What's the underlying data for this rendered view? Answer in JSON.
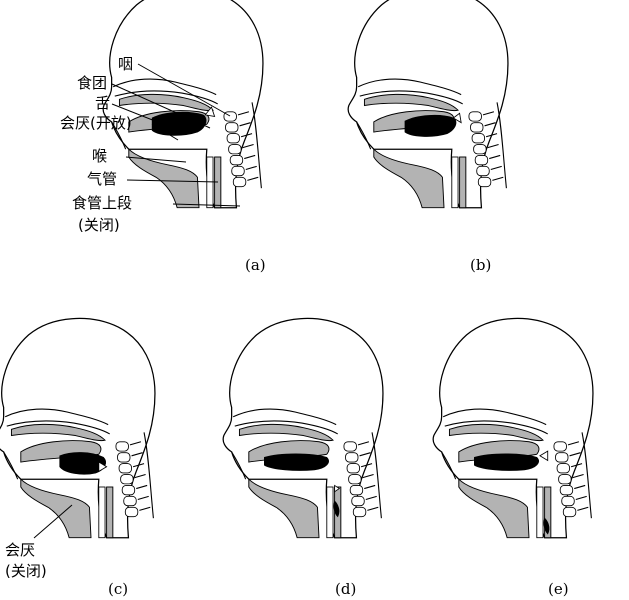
{
  "panels": [
    {
      "caption": "(a)"
    },
    {
      "caption": "(b)"
    },
    {
      "caption": "(c)"
    },
    {
      "caption": "(d)"
    },
    {
      "caption": "(e)"
    }
  ],
  "labels_a": {
    "pharynx": "咽",
    "bolus": "食团",
    "tongue": "舌",
    "epiglottis_open": "会厌(开放)",
    "larynx": "喉",
    "trachea": "气管",
    "esophagus_upper": "食管上段",
    "closed": "(关闭)"
  },
  "labels_c": {
    "epiglottis": "会厌",
    "closed": "(关闭)"
  }
}
